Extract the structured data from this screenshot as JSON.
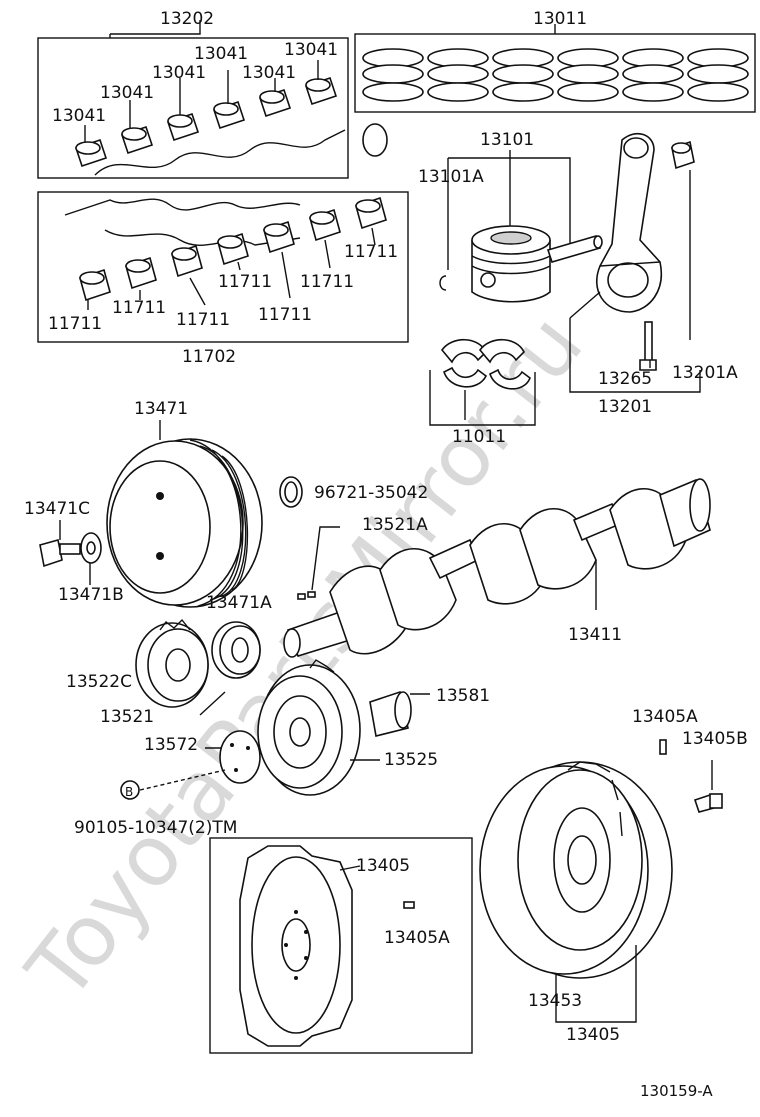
{
  "watermark": "ToyotaPartsMirror.ru",
  "figure_id": "130159-A",
  "callouts": {
    "c13202": "13202",
    "c13011": "13011",
    "c13041": "13041",
    "c13101": "13101",
    "c13101A": "13101A",
    "c11711": "11711",
    "c11702": "11702",
    "c11011": "11011",
    "c13265": "13265",
    "c13201A": "13201A",
    "c13201": "13201",
    "c13471": "13471",
    "c96721": "96721-35042",
    "c13471C": "13471C",
    "c13521A": "13521A",
    "c13471B": "13471B",
    "c13471A": "13471A",
    "c13411": "13411",
    "c13522C": "13522C",
    "c13581": "13581",
    "c13521": "13521",
    "c13405A": "13405A",
    "c13405B": "13405B",
    "c13572": "13572",
    "c13525": "13525",
    "cB": "B",
    "c90105": "90105-10347(2)TM",
    "c13405": "13405",
    "c13453": "13453"
  }
}
